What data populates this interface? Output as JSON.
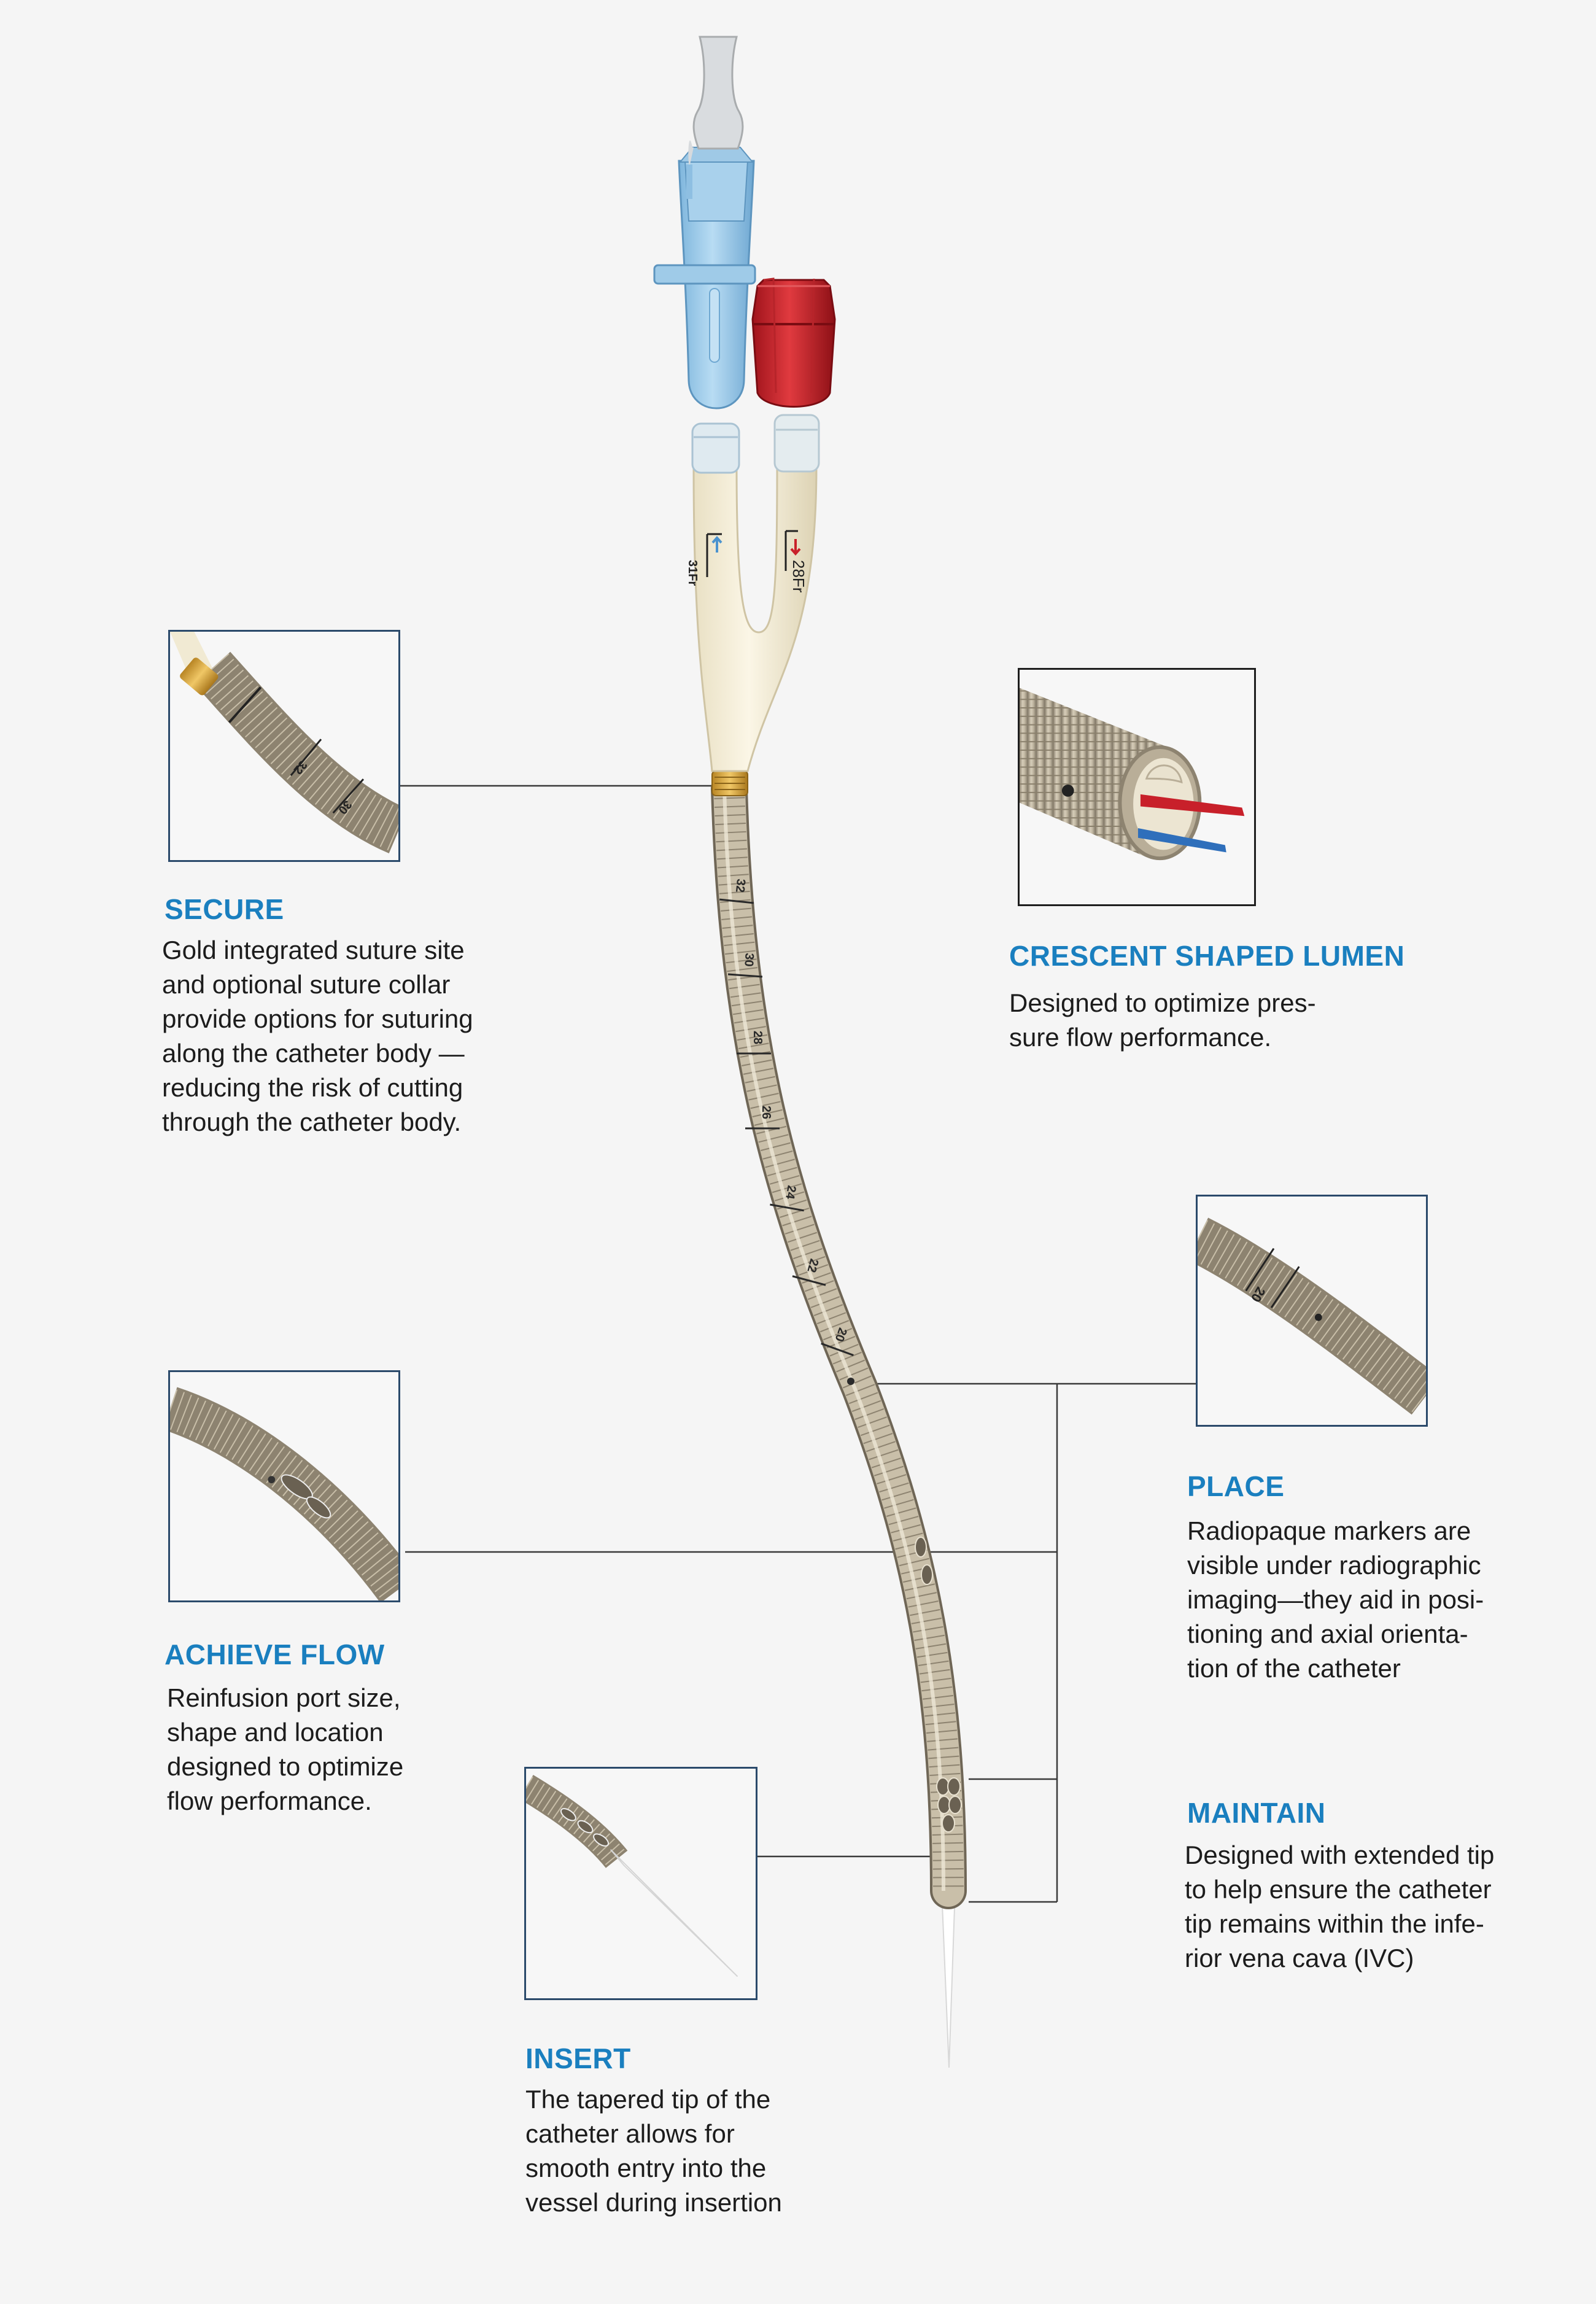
{
  "colors": {
    "background": "#f5f5f5",
    "heading": "#1a7fbf",
    "body_text": "#1c1c1c",
    "box_border": "#2b4a6b",
    "leader_line": "#3a3a3a",
    "connector_blue": "#9fcbe8",
    "connector_red": "#c8202a",
    "suture_gold": "#d9a83a",
    "catheter_body": "#b8ac96"
  },
  "catheter": {
    "hub_labels": {
      "left": "31Fr",
      "right": "28Fr"
    },
    "depth_marks": [
      "32",
      "30",
      "28",
      "26",
      "24",
      "22",
      "20"
    ]
  },
  "callouts": {
    "secure": {
      "title": "SECURE",
      "text": "Gold integrated suture site\nand optional suture collar\nprovide options for suturing\nalong the catheter body —\nreducing the risk of cutting\nthrough the catheter body.",
      "inset_marks": [
        "32",
        "30"
      ]
    },
    "lumen": {
      "title": "CRESCENT SHAPED LUMEN",
      "text": "Designed to optimize pres-\nsure flow performance."
    },
    "place": {
      "title": "PLACE",
      "text": "Radiopaque markers are\nvisible under radiographic\nimaging—they aid in posi-\ntioning and axial orienta-\ntion of the catheter",
      "inset_mark": "20"
    },
    "achieve_flow": {
      "title": "ACHIEVE FLOW",
      "text": "Reinfusion port size,\nshape and location\ndesigned to optimize\nflow performance."
    },
    "maintain": {
      "title": "MAINTAIN",
      "text": "Designed with extended tip\nto help ensure the catheter\ntip remains within the infe-\nrior vena cava (IVC)"
    },
    "insert": {
      "title": "INSERT",
      "text": "The tapered tip of the\ncatheter allows for\nsmooth entry into the\nvessel during insertion"
    }
  }
}
